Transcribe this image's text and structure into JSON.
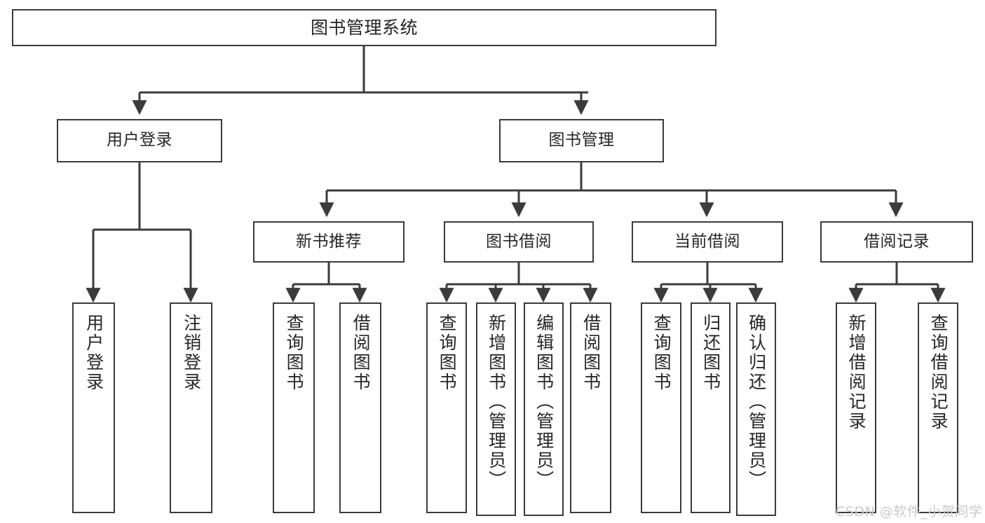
{
  "diagram": {
    "title": "图书管理系统",
    "watermark": "CSDN @软件_小贺同学",
    "colors": {
      "background": "#ffffff",
      "box_border": "#3b3b3b",
      "text": "#262626",
      "connector": "#3b3b3b",
      "watermark": "#c9c9c9"
    },
    "levels": {
      "root": "图书管理系统",
      "level2": [
        "用户登录",
        "图书管理"
      ],
      "level3": [
        "新书推荐",
        "图书借阅",
        "当前借阅",
        "借阅记录"
      ]
    },
    "nodes": {
      "root": "图书管理系统",
      "user_login": "用户登录",
      "book_manage": "图书管理",
      "new_book_rec": "新书推荐",
      "book_borrow": "图书借阅",
      "current_borrow": "当前借阅",
      "borrow_record": "借阅记录",
      "leaf_user_login": "用户登录",
      "leaf_logout": "注销登录",
      "leaf_query_book_1": "查询图书",
      "leaf_borrow_book_1": "借阅图书",
      "leaf_query_book_2": "查询图书",
      "leaf_add_book": "新增图书（管理员）",
      "leaf_edit_book": "编辑图书（管理员）",
      "leaf_borrow_book_2": "借阅图书",
      "leaf_query_book_3": "查询图书",
      "leaf_return_book": "归还图书",
      "leaf_confirm_return": "确认归还（管理员）",
      "leaf_add_record": "新增借阅记录",
      "leaf_query_record": "查询借阅记录"
    }
  }
}
